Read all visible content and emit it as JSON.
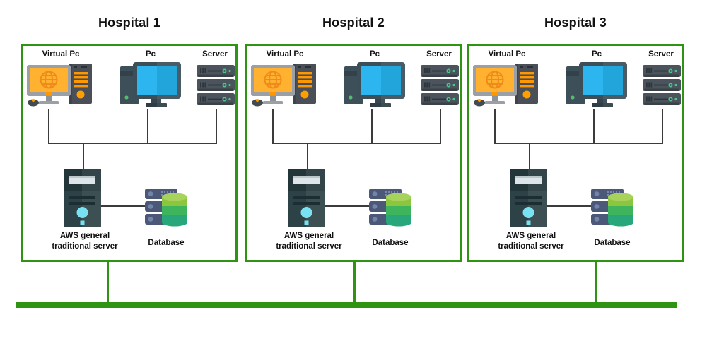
{
  "colors": {
    "green": "#2e9412",
    "line": "#3b3b3b",
    "text": "#111111",
    "bg": "#ffffff"
  },
  "icons": {
    "virtual_pc": "virtual-pc-icon",
    "pc": "pc-icon",
    "server": "server-rack-icon",
    "aws_server": "aws-tower-server-icon",
    "database": "database-icon"
  },
  "network": {
    "bus": "network-bus-bar",
    "drops": [
      "bus-drop-1",
      "bus-drop-2",
      "bus-drop-3"
    ]
  },
  "hospitals": [
    {
      "title": "Hospital 1",
      "devices": [
        {
          "label": "Virtual Pc"
        },
        {
          "label": "Pc"
        },
        {
          "label": "Server"
        }
      ],
      "aws_label_line1": "AWS general",
      "aws_label_line2": "traditional server",
      "database_label": "Database"
    },
    {
      "title": "Hospital 2",
      "devices": [
        {
          "label": "Virtual Pc"
        },
        {
          "label": "Pc"
        },
        {
          "label": "Server"
        }
      ],
      "aws_label_line1": "AWS general",
      "aws_label_line2": "traditional server",
      "database_label": "Database"
    },
    {
      "title": "Hospital 3",
      "devices": [
        {
          "label": "Virtual Pc"
        },
        {
          "label": "Pc"
        },
        {
          "label": "Server"
        }
      ],
      "aws_label_line1": "AWS general",
      "aws_label_line2": "traditional server",
      "database_label": "Database"
    }
  ]
}
